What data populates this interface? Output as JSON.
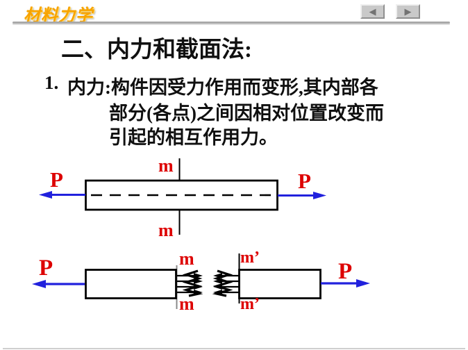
{
  "header": {
    "logo_text": "材料力学",
    "back_icon": "◀",
    "forward_icon": "▶"
  },
  "slide": {
    "title": "二、内力和截面法:"
  },
  "body": {
    "item_number": "1.",
    "line1": "内力:构件因受力作用而变形,其内部各",
    "line2": "部分(各点)之间因相对位置改变而",
    "line3": "引起的相互作用力。"
  },
  "diagram1": {
    "p_left": "P",
    "p_right": "P",
    "m_top": "m",
    "m_bottom": "m"
  },
  "diagram2": {
    "p_left": "P",
    "p_right": "P",
    "m_top": "m",
    "m_bottom": "m",
    "m_prime_top": "m’",
    "m_prime_bottom": "m’"
  },
  "colors": {
    "label_red": "#dd0000",
    "arrow_blue": "#2121dd",
    "line_black": "#000000",
    "section_gray": "#8a8a8a",
    "logo_gold": "#f7a300"
  }
}
